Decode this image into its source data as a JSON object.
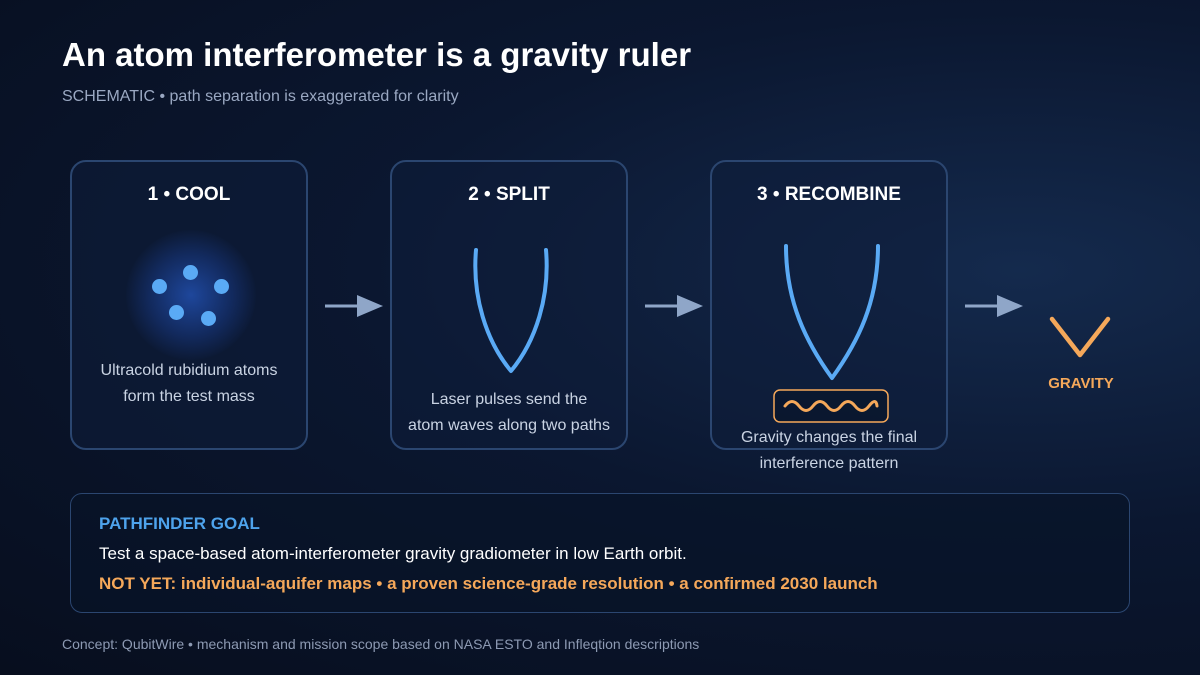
{
  "header": {
    "title": "An atom interferometer is a gravity ruler",
    "subtitle": "SCHEMATIC • path separation is exaggerated for clarity"
  },
  "steps": [
    {
      "title": "1 • COOL",
      "desc_lines": [
        "Ultracold rubidium atoms",
        "form the test mass"
      ]
    },
    {
      "title": "2 • SPLIT",
      "desc_lines": [
        "Laser pulses send the",
        "atom waves along two paths"
      ]
    },
    {
      "title": "3 • RECOMBINE",
      "desc_lines": [
        "Gravity changes the final",
        "interference pattern"
      ]
    }
  ],
  "gravity": {
    "label": "GRAVITY"
  },
  "goal": {
    "title": "PATHFINDER GOAL",
    "text": "Test a space-based atom-interferometer gravity gradiometer in low Earth orbit.",
    "not_yet": "NOT YET: individual-aquifer maps • a proven science-grade resolution • a confirmed 2030 launch"
  },
  "footer": "Concept: QubitWire • mechanism and mission scope based on NASA ESTO and Infleqtion descriptions",
  "colors": {
    "accent_blue": "#4ea3ec",
    "path_blue": "#5aaaf5",
    "accent_orange": "#f5a85a",
    "card_border": "#2b4670",
    "arrow": "#8fa6c8"
  },
  "icons": [
    "atom-cloud-icon",
    "split-path-icon",
    "recombine-path-icon",
    "interference-wave-icon",
    "gravity-chevron-icon",
    "arrow-right-icon"
  ]
}
